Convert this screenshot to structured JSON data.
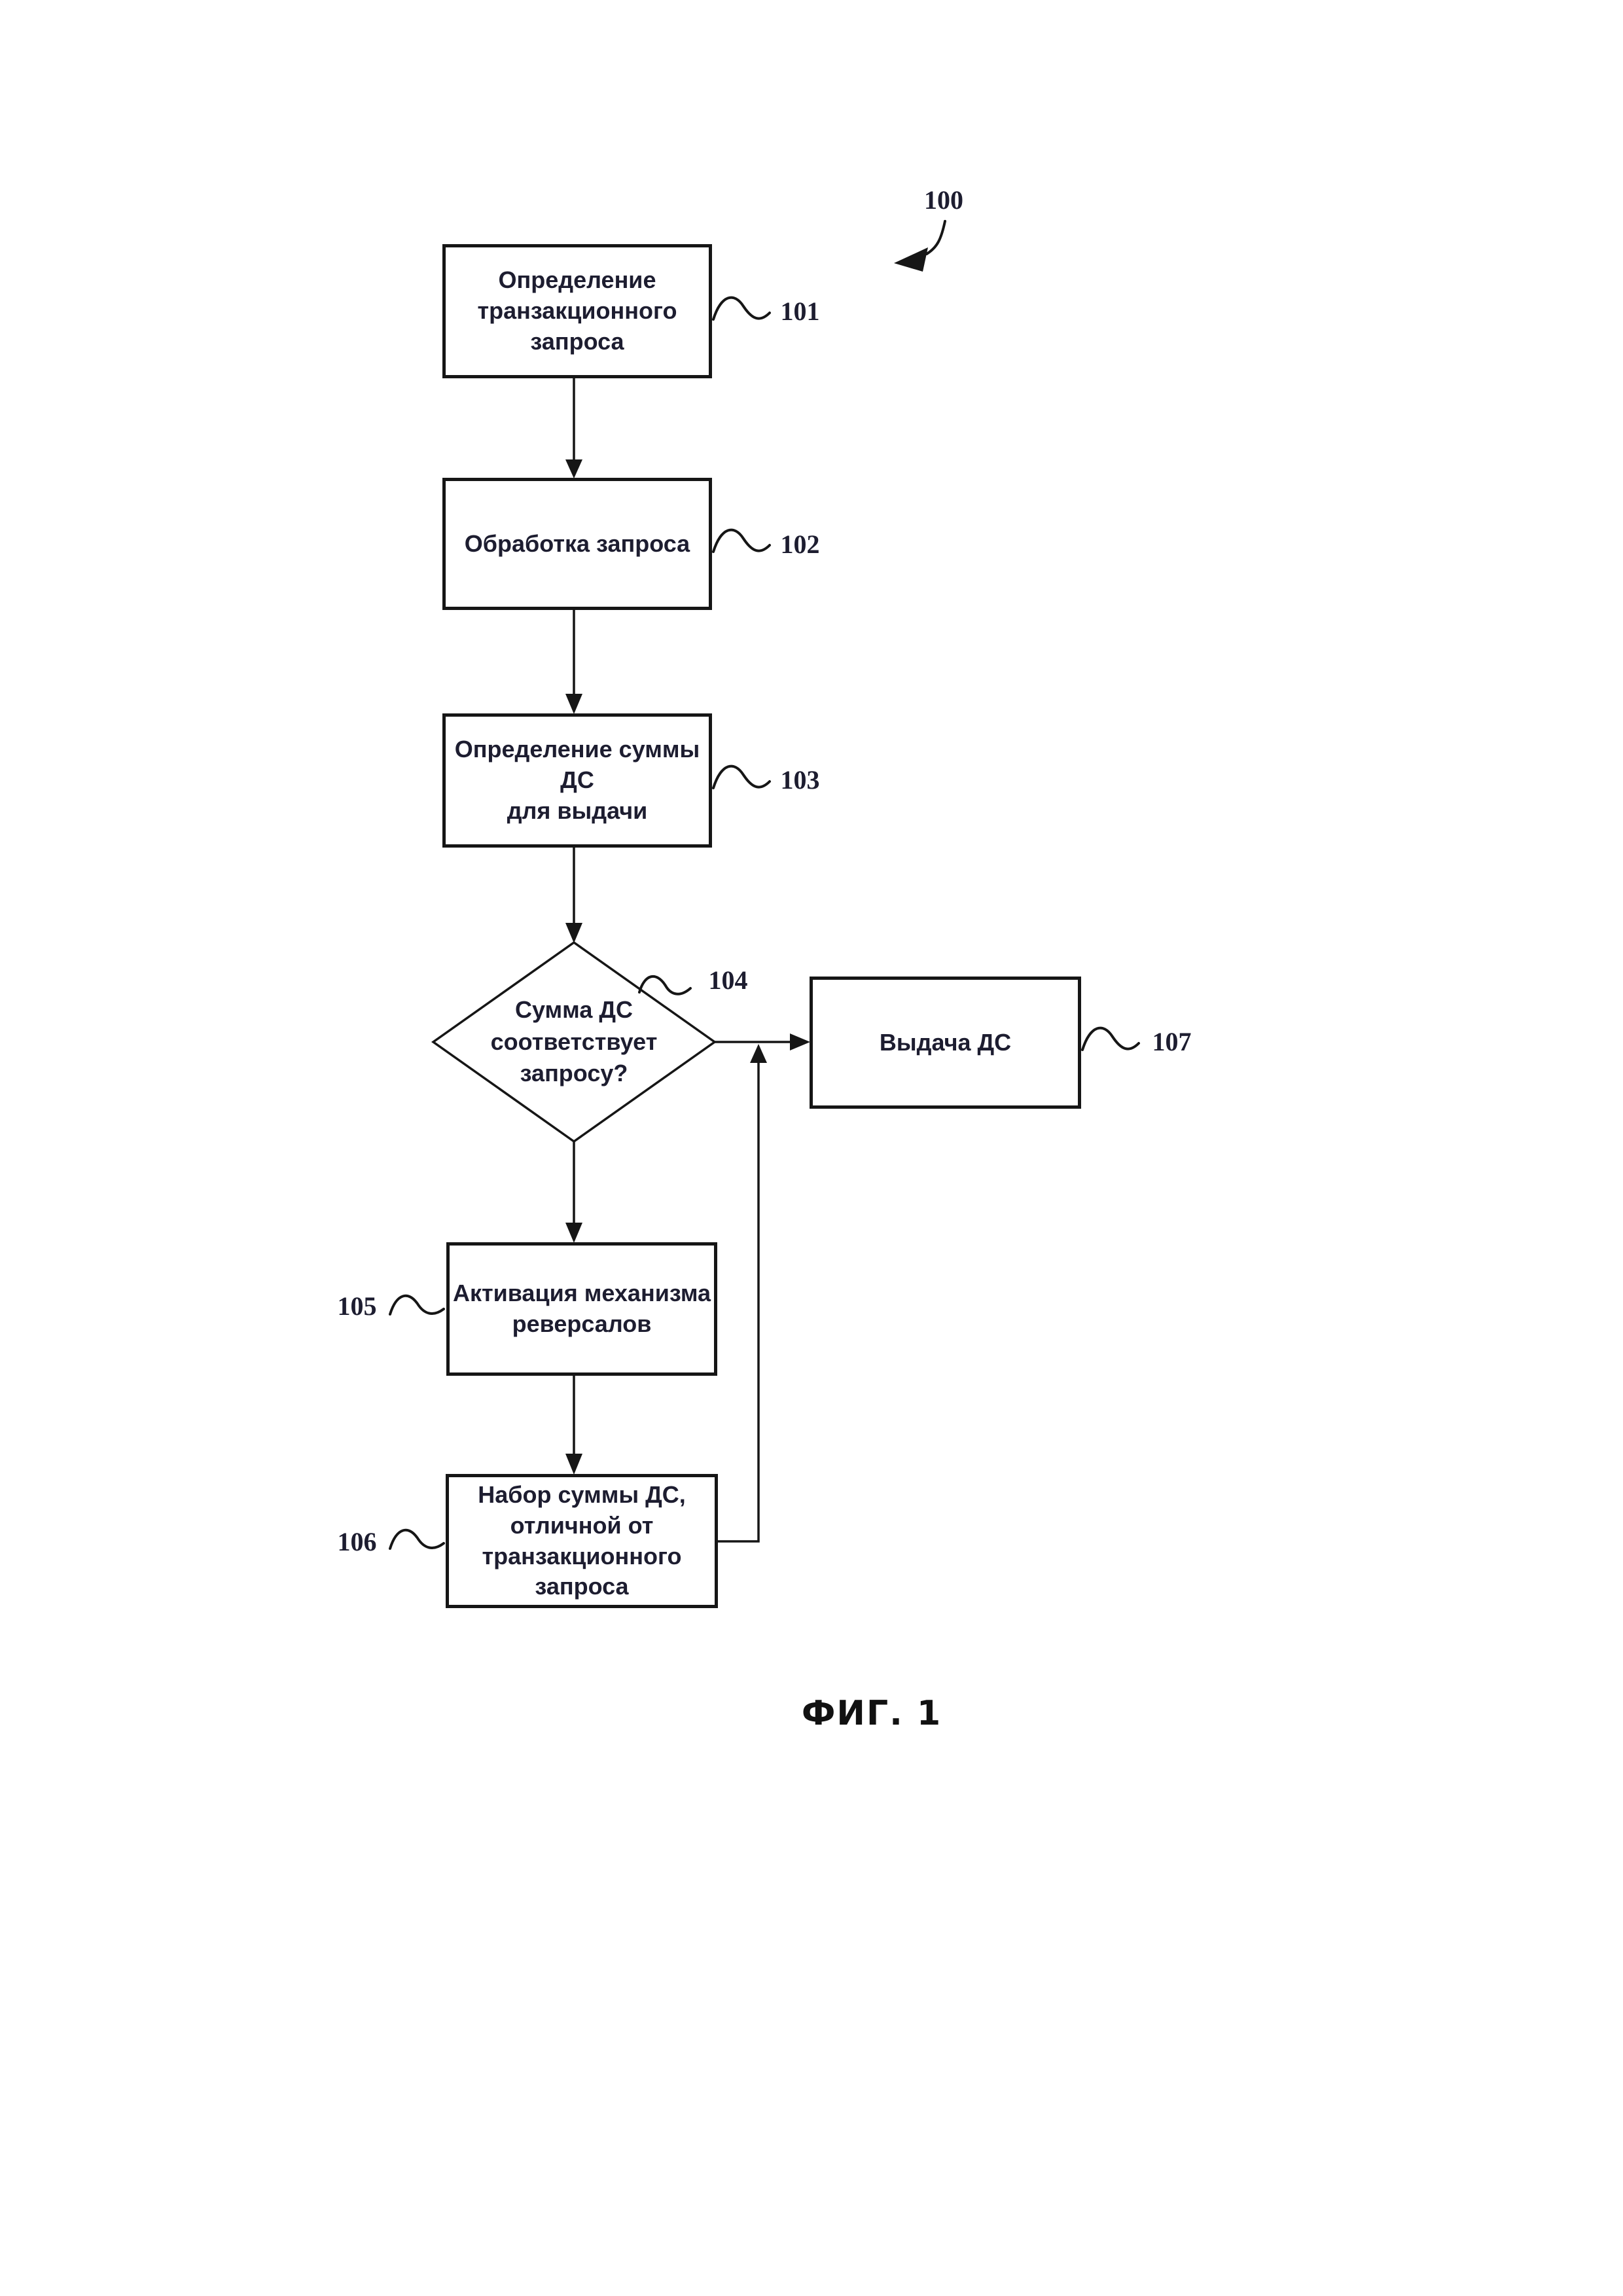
{
  "page": {
    "caption": "ФИГ. 1"
  },
  "figure_ref": {
    "label": "100"
  },
  "nodes": {
    "n101": {
      "shape": "rect",
      "label": "Определение\nтранзакционного\nзапроса",
      "ref": "101"
    },
    "n102": {
      "shape": "rect",
      "label": "Обработка запроса",
      "ref": "102"
    },
    "n103": {
      "shape": "rect",
      "label": "Определение суммы ДС\nдля выдачи",
      "ref": "103"
    },
    "n104": {
      "shape": "diamond",
      "label": "Сумма ДС\nсоответствует\nзапросу?",
      "ref": "104"
    },
    "n105": {
      "shape": "rect",
      "label": "Активация механизма\nреверсалов",
      "ref": "105"
    },
    "n106": {
      "shape": "rect",
      "label": "Набор суммы ДС,\nотличной от\nтранзакционного\nзапроса",
      "ref": "106"
    },
    "n107": {
      "shape": "rect",
      "label": "Выдача ДС",
      "ref": "107"
    }
  },
  "connections": [
    {
      "from": "101",
      "to": "102"
    },
    {
      "from": "102",
      "to": "103"
    },
    {
      "from": "103",
      "to": "104"
    },
    {
      "from": "104",
      "to": "107"
    },
    {
      "from": "104",
      "to": "105"
    },
    {
      "from": "105",
      "to": "106"
    },
    {
      "from": "106",
      "to": "arrow-into-107"
    }
  ],
  "colors": {
    "ink": "#1d1d30",
    "line": "#161616",
    "background": "#ffffff"
  }
}
